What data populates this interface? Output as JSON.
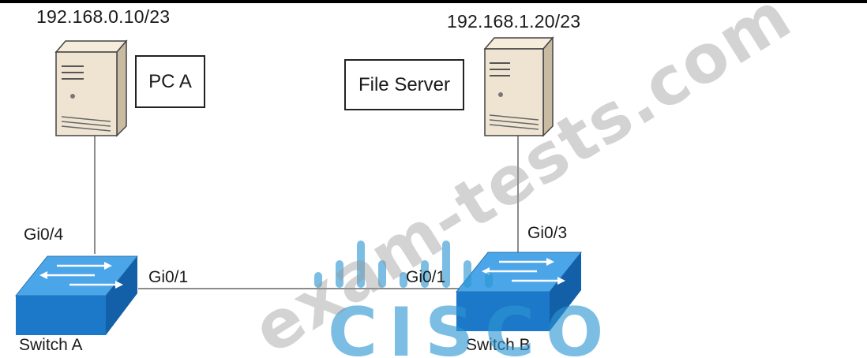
{
  "devices": {
    "pc": {
      "ip": "192.168.0.10/23",
      "label": "PC A"
    },
    "server": {
      "ip": "192.168.1.20/23",
      "label": "File Server"
    },
    "switch_a": {
      "label": "Switch A"
    },
    "switch_b": {
      "label": "Switch B"
    }
  },
  "ports": {
    "switch_a_to_pc": "Gi0/4",
    "switch_a_uplink": "Gi0/1",
    "switch_b_uplink": "Gi0/1",
    "switch_b_to_server": "Gi0/3"
  },
  "watermark": {
    "text": "exam-tests.com"
  },
  "logo": {
    "text": "CISCO"
  },
  "colors": {
    "switch_top": "#4aa6e8",
    "switch_front": "#1c78c8",
    "switch_side": "#1460a8",
    "link": "#555555",
    "logo_blue": "#2c96d2"
  }
}
